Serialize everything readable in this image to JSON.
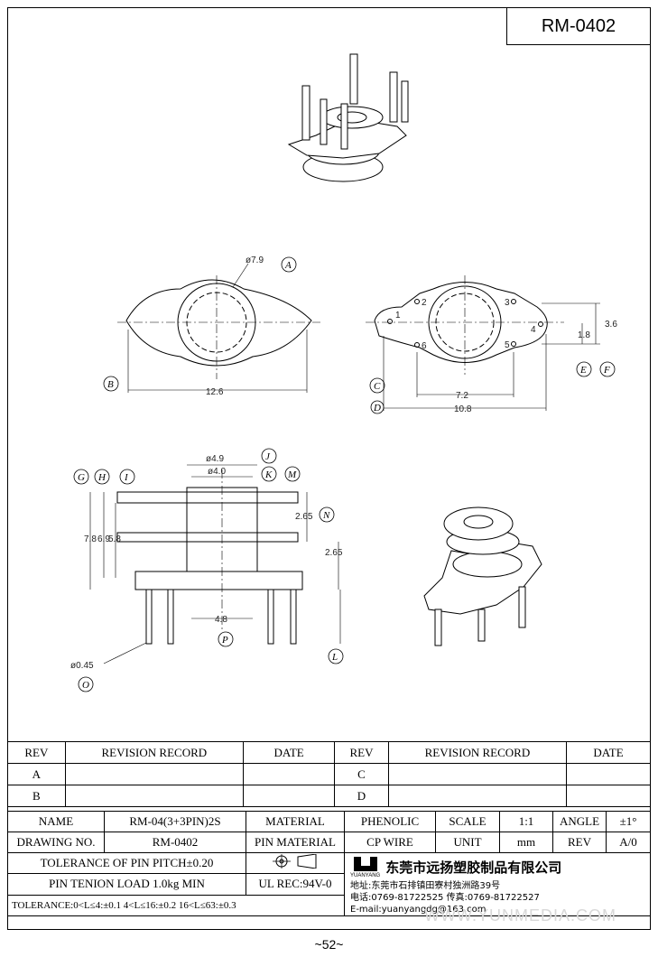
{
  "header": {
    "drawing_code": "RM-0402"
  },
  "top_view": {
    "dia": "ø7.9",
    "width": "12.6",
    "labels": [
      "A",
      "B"
    ]
  },
  "pin_view": {
    "pins": [
      "1",
      "2",
      "3",
      "4",
      "5",
      "6"
    ],
    "pitch1": "7.2",
    "width": "10.8",
    "d1": "1.8",
    "d2": "3.6",
    "labels": [
      "C",
      "D",
      "E",
      "F"
    ]
  },
  "side_view": {
    "d49": "ø4.9",
    "d40": "ø4.0",
    "h78": "7.8",
    "h69": "6.9",
    "h58": "5.8",
    "s265a": "2.65",
    "s265b": "2.65",
    "w48": "4.8",
    "pin_dia": "ø0.45",
    "labels": [
      "G",
      "H",
      "I",
      "J",
      "K",
      "M",
      "N",
      "L",
      "P",
      "O"
    ]
  },
  "revision_table": {
    "headers": [
      "REV",
      "REVISION RECORD",
      "DATE",
      "REV",
      "REVISION RECORD",
      "DATE"
    ],
    "rows": [
      [
        "A",
        "",
        "",
        "C",
        "",
        ""
      ],
      [
        "B",
        "",
        "",
        "D",
        "",
        ""
      ]
    ]
  },
  "info_table": {
    "name_label": "NAME",
    "name_value": "RM-04(3+3PIN)2S",
    "material_label": "MATERIAL",
    "material_value": "PHENOLIC",
    "scale_label": "SCALE",
    "scale_value": "1:1",
    "angle_label": "ANGLE",
    "angle_value": "±1°",
    "drawing_no_label": "DRAWING NO.",
    "drawing_no_value": "RM-0402",
    "pin_material_label": "PIN MATERIAL",
    "pin_material_value": "CP WIRE",
    "unit_label": "UNIT",
    "unit_value": "mm",
    "rev_label": "REV",
    "rev_value": "A/0",
    "tolerance_pitch": "TOLERANCE OF PIN PITCH±0.20",
    "pin_tenion": "PIN TENION LOAD 1.0kg MIN",
    "ul_rec": "UL REC:94V-0",
    "tolerance": "TOLERANCE:0<L≤4:±0.1  4<L≤16:±0.2  16<L≤63:±0.3",
    "logo_text": "YUANYANG",
    "company_name": "东莞市远扬塑胶制品有限公司",
    "address": "地址:东莞市石排镇田寮村独洲路39号",
    "phone": "电话:0769-81722525    传真:0769-81722527",
    "email": "E-mail:yuanyangdg@163.com"
  },
  "watermark": "WWW.YUNMEDIA.COM",
  "page_number": "~52~"
}
